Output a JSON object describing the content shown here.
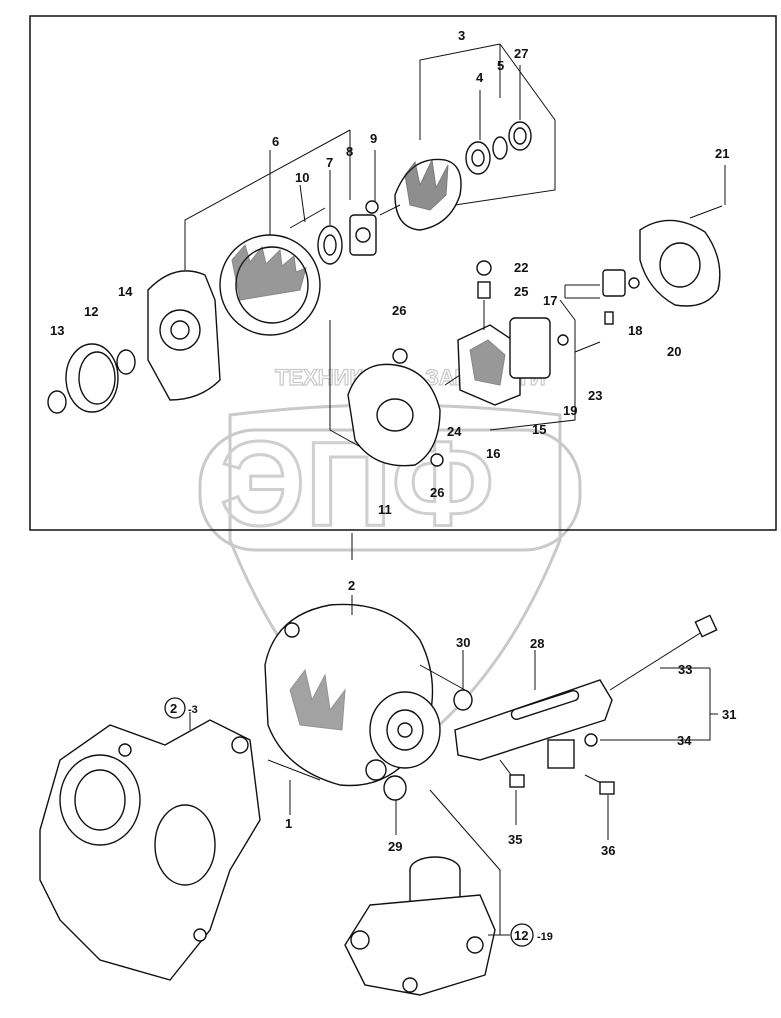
{
  "callouts": [
    "1",
    "2",
    "3",
    "4",
    "5",
    "6",
    "7",
    "8",
    "9",
    "10",
    "11",
    "12",
    "13",
    "14",
    "15",
    "16",
    "17",
    "18",
    "19",
    "20",
    "21",
    "22",
    "23",
    "24",
    "25",
    "26",
    "27",
    "28",
    "29",
    "30",
    "31",
    "33",
    "34",
    "35",
    "36"
  ],
  "refs": {
    "ref_2_label": "2",
    "ref_2_suffix": "-3",
    "ref_12_label": "12",
    "ref_12_suffix": "-19"
  }
}
